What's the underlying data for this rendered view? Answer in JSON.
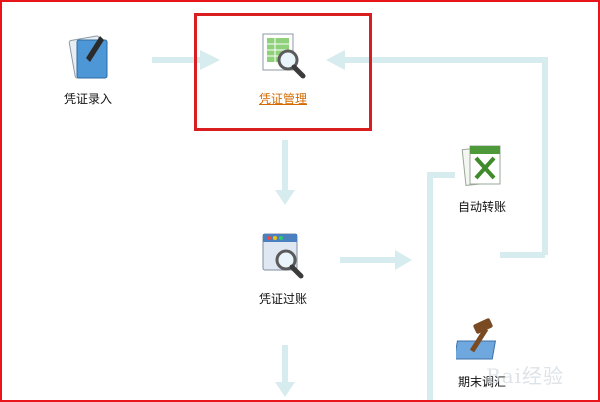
{
  "nodes": {
    "voucher_entry": "凭证录入",
    "voucher_manage": "凭证管理",
    "auto_transfer": "自动转账",
    "voucher_posting": "凭证过账",
    "period_end": "期末调汇"
  },
  "colors": {
    "frame": "#e8151b",
    "highlight": "#d81e1e",
    "flow_line": "#d6ecee",
    "link": "#d46a00"
  },
  "watermark": "Bai经验"
}
